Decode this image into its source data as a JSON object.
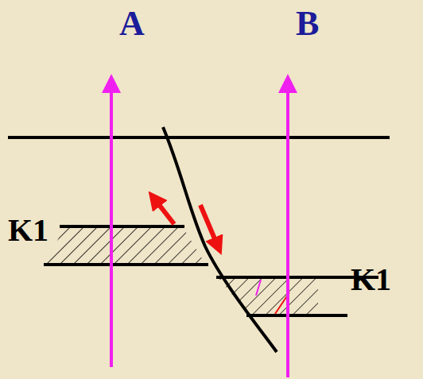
{
  "diagram": {
    "labels": [
      "A",
      "B",
      "K1",
      "K1"
    ]
  }
}
